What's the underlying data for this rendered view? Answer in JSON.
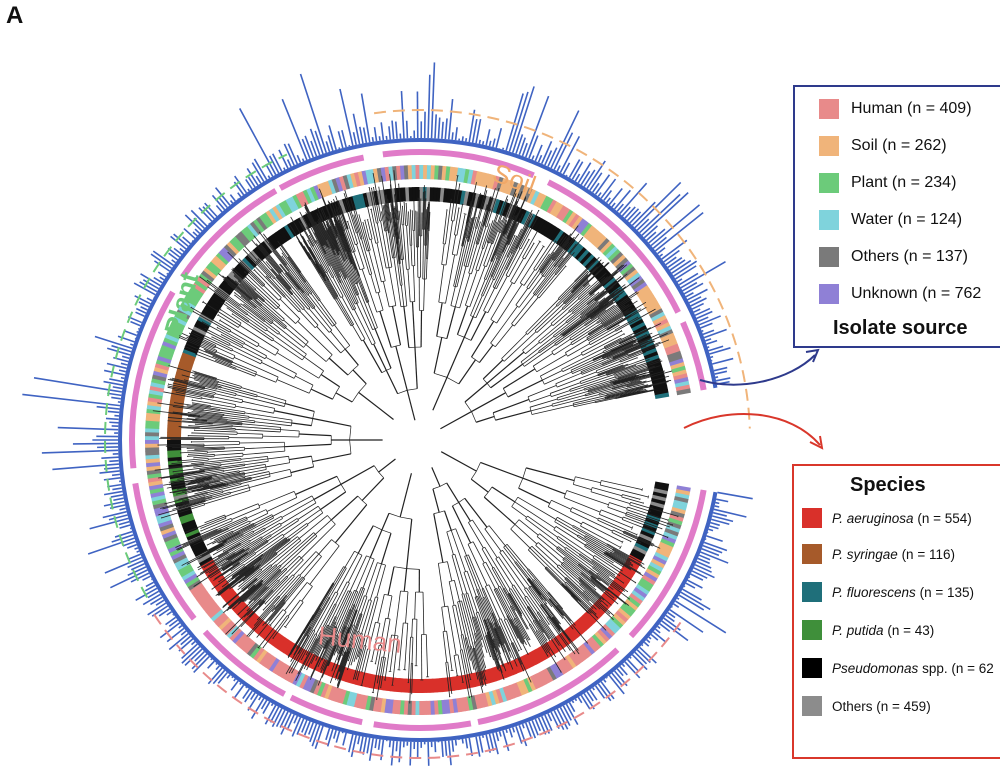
{
  "panel_label": "A",
  "clade_labels": {
    "soil": "Soil",
    "plant": "Plant",
    "human": "Human"
  },
  "colors": {
    "human": "#e88a8a",
    "soil": "#f0b47a",
    "plant": "#6ccb7a",
    "water": "#7fd3dc",
    "others_source": "#7a7a7a",
    "unknown": "#8f80d6",
    "p_aeruginosa": "#d9302a",
    "p_syringae": "#a65a2a",
    "p_fluorescens": "#1f6f7a",
    "p_putida": "#3f8f3a",
    "pseudomonas_spp": "#000000",
    "others_species": "#8c8c8c",
    "histogram": "#3f63c2",
    "pink_ring": "#e07bc8",
    "source_box": "#2e3a8c",
    "species_box": "#d9372b"
  },
  "isolate_source_legend": {
    "title": "Isolate source",
    "items": [
      {
        "name": "Human",
        "n": "(n = 409)",
        "color": "#e88a8a"
      },
      {
        "name": "Soil",
        "n": "(n = 262)",
        "color": "#f0b47a"
      },
      {
        "name": "Plant",
        "n": "(n = 234)",
        "color": "#6ccb7a"
      },
      {
        "name": "Water",
        "n": "(n = 124)",
        "color": "#7fd3dc"
      },
      {
        "name": "Others",
        "n": "(n = 137)",
        "color": "#7a7a7a"
      },
      {
        "name": "Unknown",
        "n": "(n = 762",
        "color": "#8f80d6"
      }
    ]
  },
  "species_legend": {
    "title": "Species",
    "items": [
      {
        "name": "P. aeruginosa",
        "n": "(n = 554)",
        "color": "#d9302a"
      },
      {
        "name": "P. syringae",
        "n": "(n = 116)",
        "color": "#a65a2a"
      },
      {
        "name": "P. fluorescens",
        "n": "(n = 135)",
        "color": "#1f6f7a"
      },
      {
        "name": "P. putida",
        "n": "(n = 43)",
        "color": "#3f8f3a"
      },
      {
        "name": "Pseudomonas",
        "suffix": " spp.",
        "n": "(n = 62",
        "color": "#000000"
      },
      {
        "name": "Others",
        "n": "(n = 459)",
        "color": "#8c8c8c"
      }
    ]
  }
}
